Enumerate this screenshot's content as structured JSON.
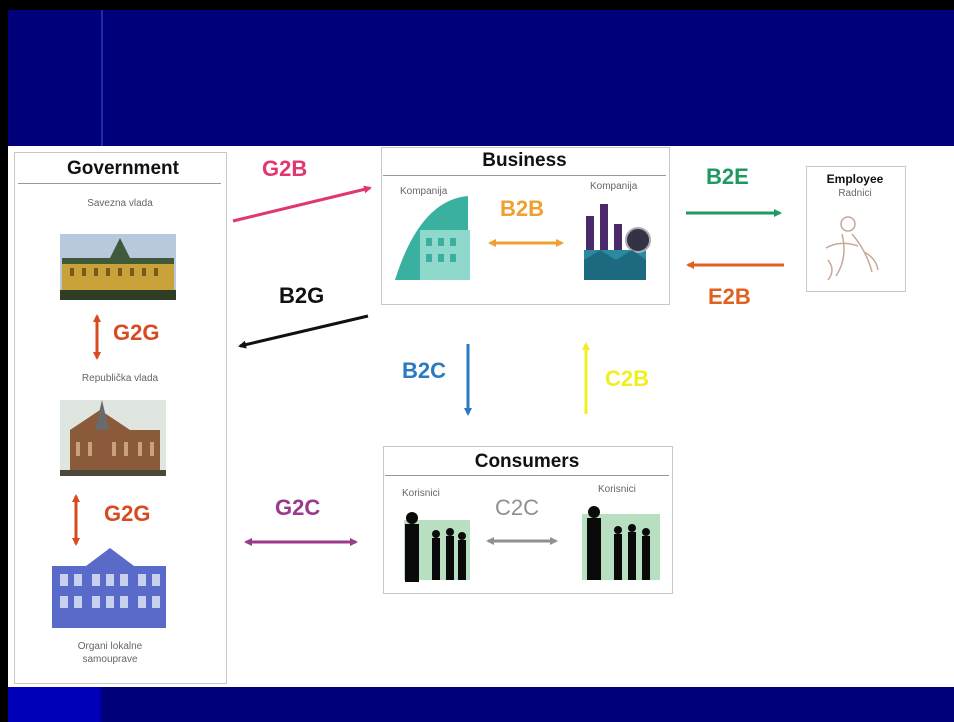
{
  "government": {
    "title": "Government",
    "sub1": "Savezna vlada",
    "sub2": "Republička vlada",
    "sub3": "Organi lokalne samouprave"
  },
  "business": {
    "title": "Business",
    "left": "Kompanija",
    "right": "Kompanija"
  },
  "employee": {
    "title": "Employee",
    "sub": "Radnici"
  },
  "consumers": {
    "title": "Consumers",
    "left": "Korisnici",
    "right": "Korisnici"
  },
  "relations": {
    "g2b": "G2B",
    "b2g": "B2G",
    "b2b": "B2B",
    "b2e": "B2E",
    "e2b": "E2B",
    "b2c": "B2C",
    "c2b": "C2B",
    "g2c": "G2C",
    "c2c": "C2C",
    "g2g1": "G2G",
    "g2g2": "G2G"
  },
  "colors": {
    "g2b": "#e0386e",
    "b2g": "#111111",
    "b2b": "#f0a030",
    "b2e": "#1e9a60",
    "e2b": "#e06020",
    "b2c": "#2a7ac0",
    "c2b": "#f0f020",
    "g2c": "#9a3a8a",
    "c2c": "#909090",
    "g2g": "#d84a20"
  },
  "icons": [
    "kremlin-building-icon",
    "parliament-building-icon",
    "municipal-building-icon",
    "company-building-icon",
    "factory-icon",
    "worker-drawing-icon",
    "crowd-people-icon"
  ]
}
